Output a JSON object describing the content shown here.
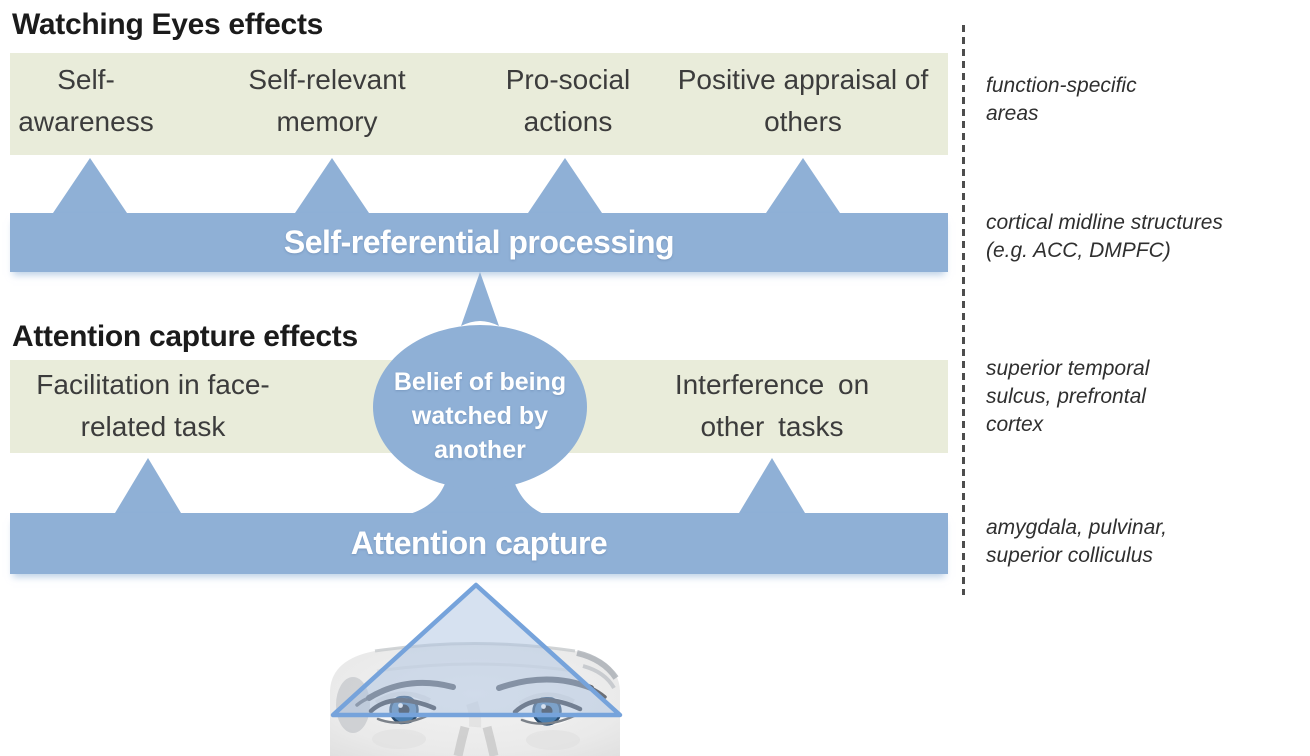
{
  "diagram": {
    "watching": {
      "heading": "Watching Eyes effects",
      "items": [
        "Self-\nawareness",
        "Self-relevant\nmemory",
        "Pro-social\nactions",
        "Positive appraisal of\nothers"
      ],
      "bar": "Self-referential processing"
    },
    "attention": {
      "heading": "Attention capture effects",
      "items": [
        "Facilitation in face-\nrelated task",
        "Interference on\nother tasks"
      ],
      "hub": "Belief of being\nwatched by\nanother",
      "bar": "Attention capture"
    },
    "annotations": [
      "function-specific\nareas",
      "cortical midline structures\n(e.g. ACC, DMPFC)",
      "superior temporal\nsulcus, prefrontal\ncortex",
      "amygdala, pulvinar,\nsuperior colliculus"
    ],
    "colors": {
      "band_green": "#e9ecda",
      "bar_blue": "#8fb0d6",
      "overlay_triangle_stroke": "#76a3db",
      "overlay_triangle_fill": "#aec4e2",
      "heading_text": "#1b1b1b",
      "band_text": "#3c3c3c",
      "bar_text": "#ffffff",
      "annotation_text": "#2f2f2f",
      "iris_blue": "#4b7fb1"
    }
  }
}
